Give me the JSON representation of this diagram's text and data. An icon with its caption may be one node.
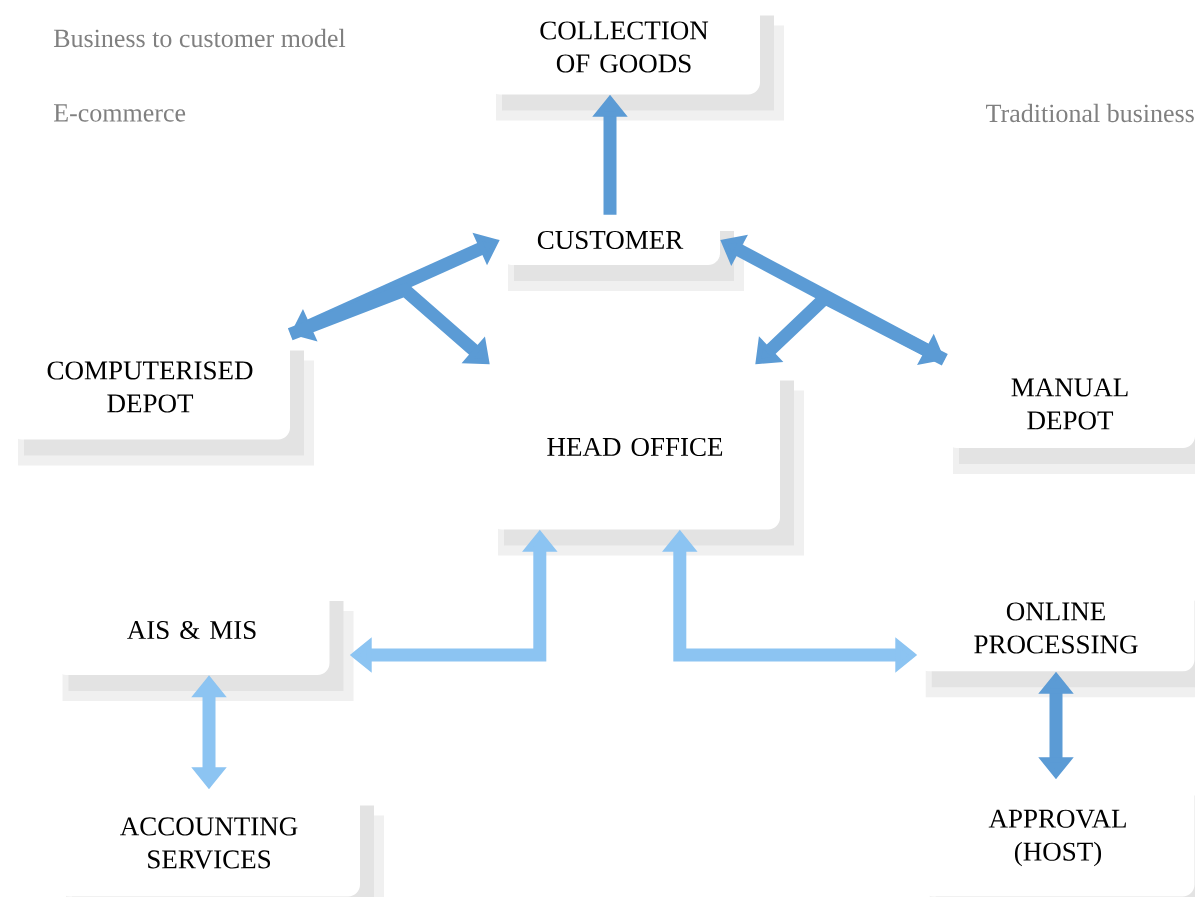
{
  "diagram": {
    "nodes": [
      {
        "text": [
          "COLLECTION OF GOODS"
        ]
      },
      {
        "text": [
          "CUSTOMER"
        ]
      },
      {
        "text": [
          "COMPUTERISED DEPOT"
        ]
      },
      {
        "text": [
          "HEAD OFFICE"
        ]
      },
      {
        "text": [
          "MANUAL DEPOT"
        ]
      },
      {
        "text": [
          "AIS & MIS"
        ]
      },
      {
        "text": [
          "ONLINE PROCESSING"
        ]
      },
      {
        "text": [
          "ACCOUNTING SERVICES"
        ]
      },
      {
        "text": [
          "APPROVAL (HOST)"
        ]
      }
    ],
    "edges": [
      {
        "from": 1,
        "to": 0,
        "arrow": "to"
      },
      {
        "from": 2,
        "to": 1,
        "arrow": "both"
      },
      {
        "from": 2,
        "to": 3,
        "arrow": "to"
      },
      {
        "from": 4,
        "to": 1,
        "arrow": "both"
      },
      {
        "from": 4,
        "to": 3,
        "arrow": "to"
      },
      {
        "from": 3,
        "to": 5,
        "arrow": "both",
        "color": "#8cc4f2"
      },
      {
        "from": 3,
        "to": 6,
        "arrow": "both",
        "color": "#8cc4f2"
      },
      {
        "from": 5,
        "to": 7,
        "arrow": "both",
        "color": "#8cc4f2"
      },
      {
        "from": 6,
        "to": 8,
        "arrow": "both"
      }
    ],
    "labels": [
      "Business to customer model",
      "E-commerce",
      "Traditional business"
    ]
  }
}
